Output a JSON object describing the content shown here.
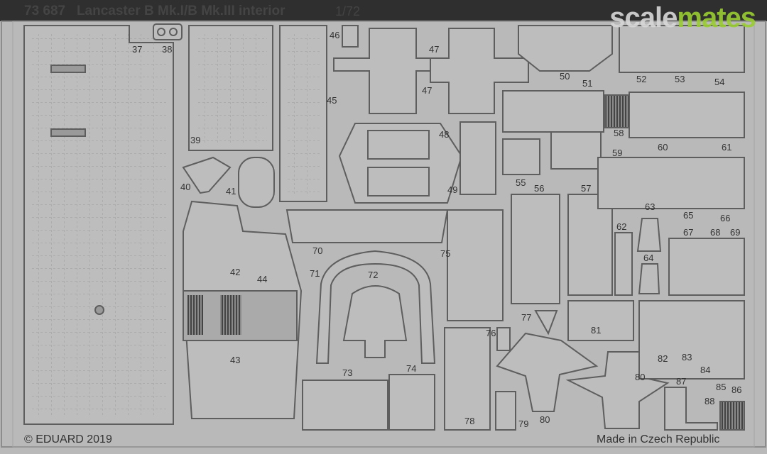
{
  "header": {
    "title": "73 687   Lancaster B Mk.I/B Mk.III interior",
    "scale": "1/72"
  },
  "watermark": {
    "part1": "scale",
    "part2": "mates",
    "color1": "#d8d8d8",
    "color2": "#9acd32"
  },
  "footer": {
    "copyright": "© EDUARD 2019",
    "made_in": "Made in Czech Republic"
  },
  "part_numbers": [
    "37",
    "38",
    "39",
    "40",
    "41",
    "42",
    "43",
    "44",
    "45",
    "46",
    "47",
    "47",
    "48",
    "49",
    "50",
    "51",
    "52",
    "53",
    "54",
    "55",
    "56",
    "57",
    "58",
    "59",
    "60",
    "61",
    "62",
    "63",
    "64",
    "65",
    "66",
    "67",
    "68",
    "69",
    "70",
    "71",
    "72",
    "73",
    "74",
    "75",
    "76",
    "77",
    "78",
    "79",
    "80",
    "80",
    "81",
    "82",
    "83",
    "84",
    "85",
    "86",
    "87",
    "88"
  ],
  "colors": {
    "fret": "#b9b9b9",
    "part_fill": "#bdbdbd",
    "part_edge": "#5e5e5e",
    "header_band": "#2f2f2f"
  }
}
